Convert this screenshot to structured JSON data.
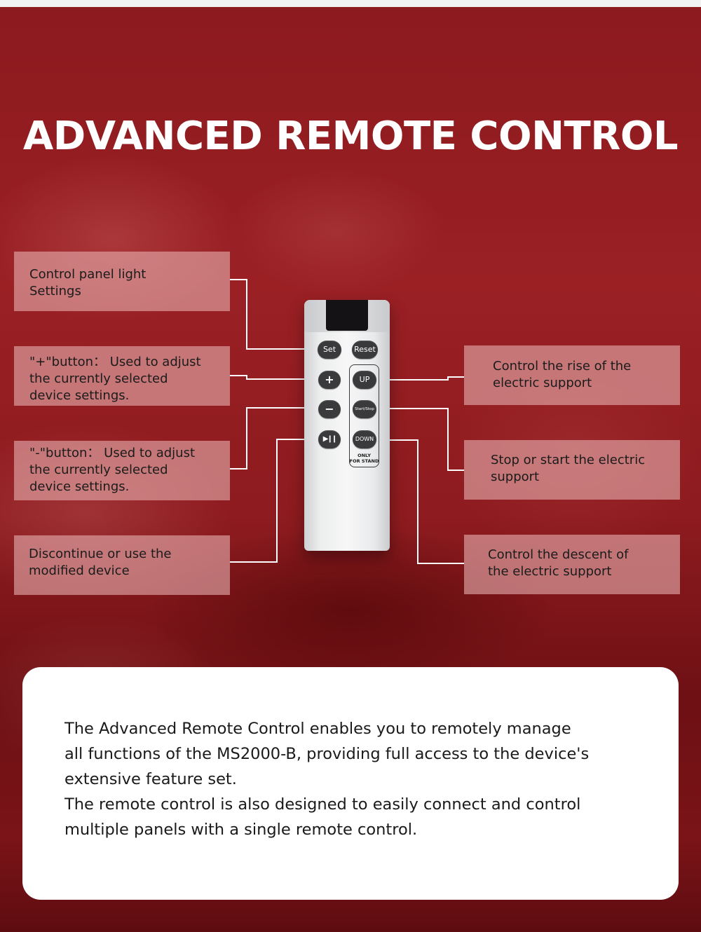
{
  "title": "ADVANCED REMOTE CONTROL",
  "colors": {
    "background": "#8f1c1f",
    "callout_fill": "#e8b0b0",
    "title_text": "#ffffff",
    "remote_body": "#f2f2f3",
    "remote_button": "#3a3a3c"
  },
  "callouts_left": [
    {
      "lines": [
        "Control panel light",
        "Settings"
      ]
    },
    {
      "lines": [
        "\"+\"button： Used to adjust",
        "the currently selected",
        "device settings."
      ]
    },
    {
      "lines": [
        "\"-\"button： Used to adjust",
        "the currently selected",
        "device settings."
      ]
    },
    {
      "lines": [
        "Discontinue or use the",
        "modified device"
      ]
    }
  ],
  "callouts_right": [
    {
      "lines": [
        "Control the rise of the",
        "electric support"
      ]
    },
    {
      "lines": [
        "Stop or start the electric",
        "support"
      ]
    },
    {
      "lines": [
        "Control the descent of",
        "the electric support"
      ]
    }
  ],
  "remote": {
    "buttons": {
      "set": "Set",
      "reset": "Reset",
      "plus": "+",
      "minus": "−",
      "play_pause": "▶❙❙",
      "up": "UP",
      "start_stop": "Start/Stop",
      "down": "DOWN"
    },
    "only_label": [
      "ONLY",
      "FOR STAND"
    ]
  },
  "description": {
    "paragraphs": [
      [
        "The Advanced Remote Control enables you to remotely manage",
        "all functions of the MS2000-B, providing full access to the device's",
        "extensive feature set."
      ],
      [
        "The remote control is also designed to easily connect and control",
        "multiple panels with a single remote control."
      ]
    ]
  }
}
